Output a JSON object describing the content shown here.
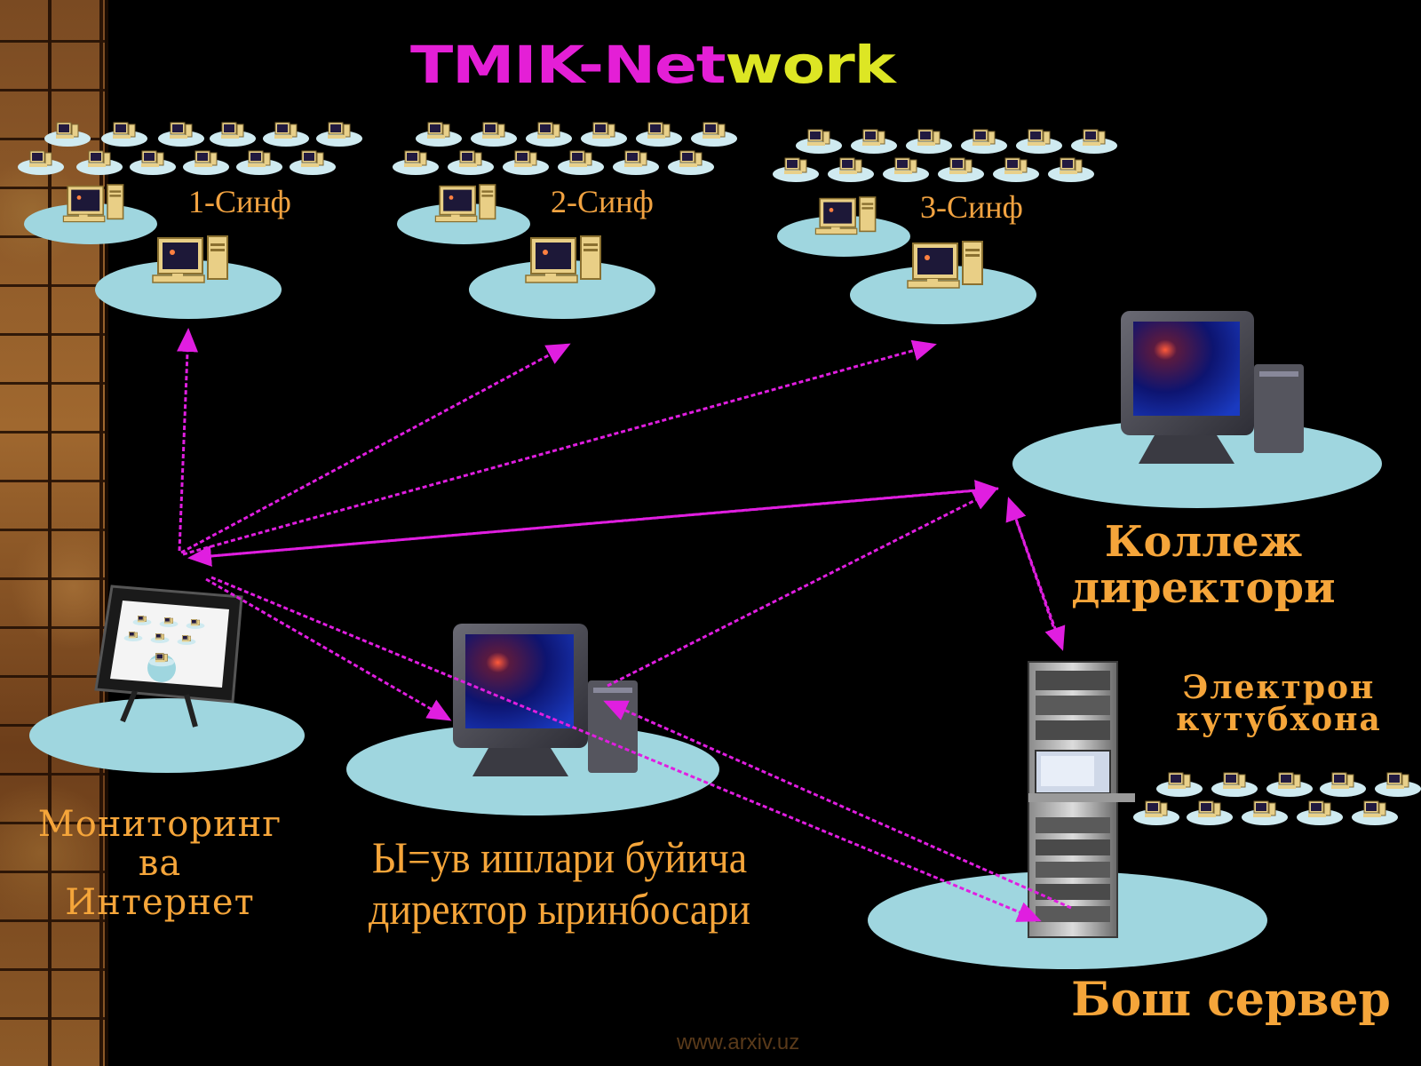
{
  "title": {
    "main": "TMIK-Net",
    "tail": "work"
  },
  "nodes": {
    "class1": "1-Синф",
    "class2": "2-Синф",
    "class3": "3-Синф",
    "college_director": {
      "line1": "Коллеж",
      "line2": "директори"
    },
    "library": {
      "line1": "Электрон",
      "line2": "кутубхона"
    },
    "monitoring": {
      "line1": "Мониторинг",
      "line2": "ва",
      "line3": "Интернет"
    },
    "deputy": {
      "line1": "Ы=ув ишлари буйича",
      "line2": "директор ыринбосари"
    },
    "main_server": "Бош сервер"
  },
  "footer": {
    "website": "www.arxiv.uz"
  },
  "colors": {
    "title_magenta": "#e41fd6",
    "title_yellow": "#dde624",
    "label_orange": "#f2a341",
    "link_magenta": "#e01ee0",
    "platform_cyan": "#9fd6df",
    "background": "#000000"
  }
}
